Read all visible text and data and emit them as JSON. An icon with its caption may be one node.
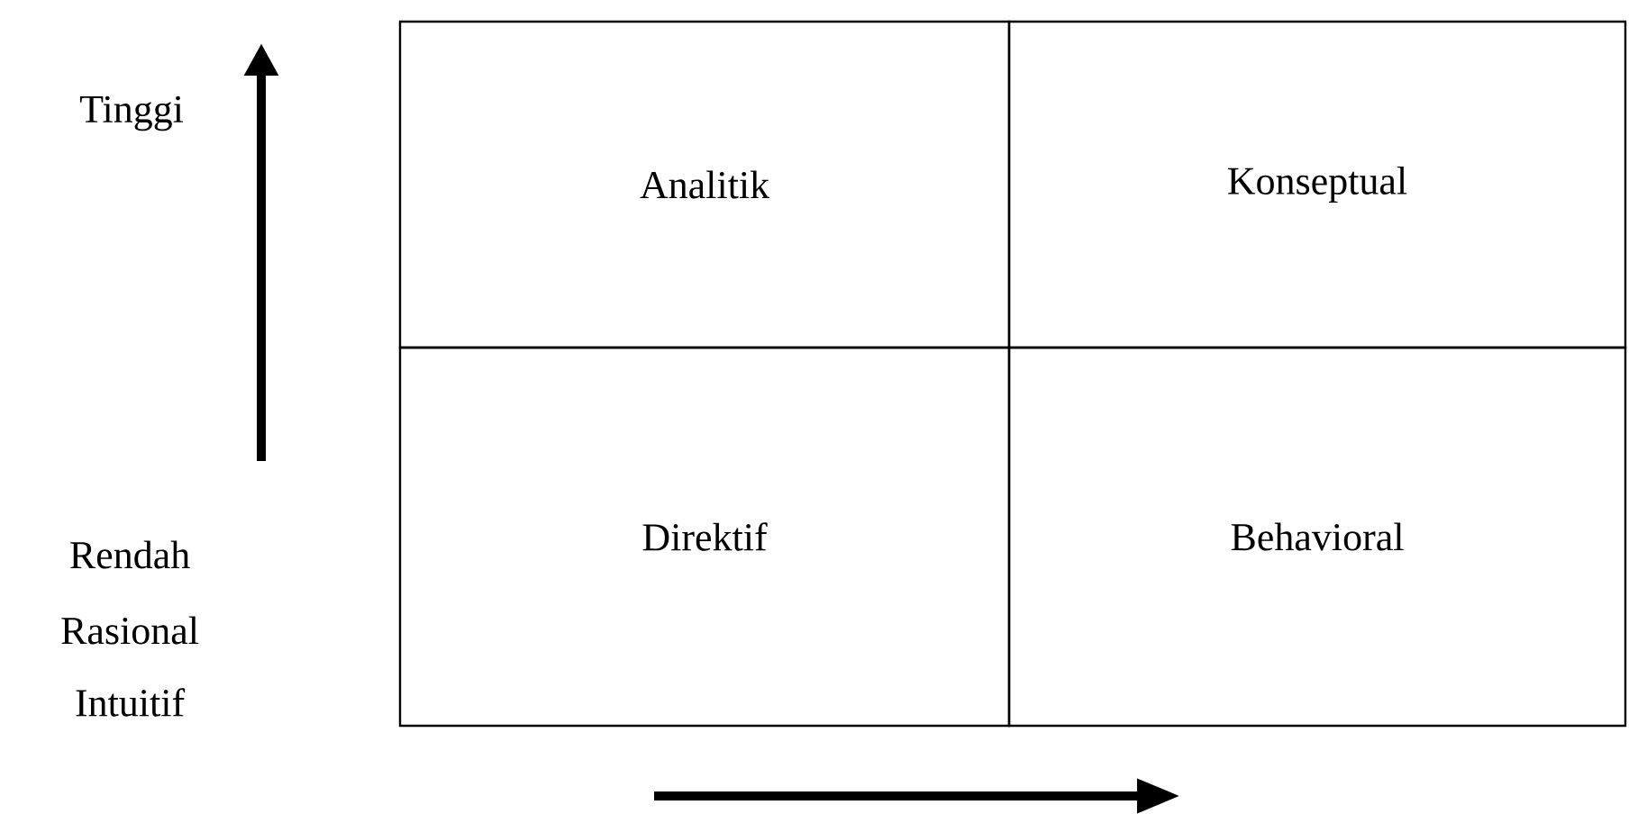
{
  "diagram": {
    "nodes": [
      {
        "text": [
          "Analitik"
        ]
      },
      {
        "text": [
          "Konseptual"
        ]
      },
      {
        "text": [
          "Direktif"
        ]
      },
      {
        "text": [
          "Behavioral"
        ]
      }
    ],
    "edges": [],
    "labels": [
      "Tinggi",
      "Rendah",
      "Rasional",
      "Intuitif"
    ]
  }
}
